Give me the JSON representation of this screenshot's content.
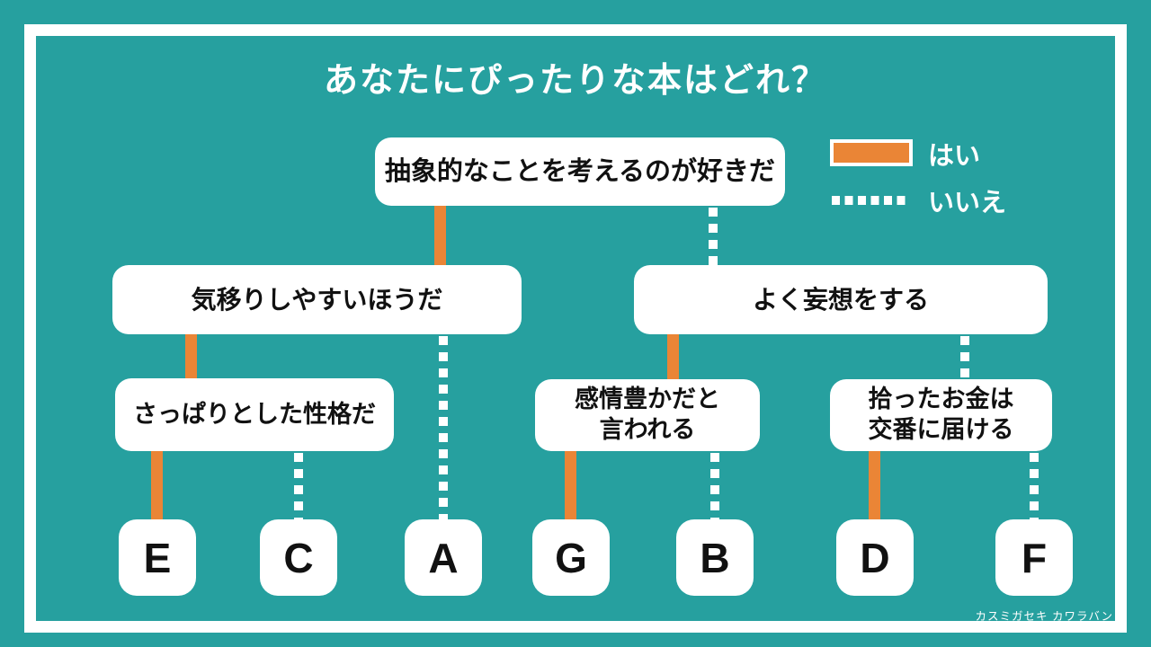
{
  "title": "あなたにぴったりな本はどれ？",
  "legend": {
    "yes": "はい",
    "no": "いいえ"
  },
  "tree": {
    "root": "抽象的なことを考えるのが好きだ",
    "level2": {
      "left": "気移りしやすいほうだ",
      "right": "よく妄想をする"
    },
    "level3": {
      "left": "さっぱりとした性格だ",
      "mid": "感情豊かだと\n言われる",
      "right": "拾ったお金は\n交番に届ける"
    },
    "leaves": [
      "E",
      "C",
      "A",
      "G",
      "B",
      "D",
      "F"
    ]
  },
  "edges": [
    {
      "from": "root",
      "to": "level2-left",
      "answer": "はい",
      "style": "solid-orange"
    },
    {
      "from": "root",
      "to": "level2-right",
      "answer": "いいえ",
      "style": "dotted-white"
    },
    {
      "from": "level2-left",
      "to": "level3-left",
      "answer": "はい",
      "style": "solid-orange"
    },
    {
      "from": "level2-left",
      "to": "leaf-A",
      "answer": "いいえ",
      "style": "dotted-white"
    },
    {
      "from": "level2-right",
      "to": "level3-mid",
      "answer": "はい",
      "style": "solid-orange"
    },
    {
      "from": "level2-right",
      "to": "level3-right",
      "answer": "いいえ",
      "style": "dotted-white"
    },
    {
      "from": "level3-left",
      "to": "leaf-E",
      "answer": "はい",
      "style": "solid-orange"
    },
    {
      "from": "level3-left",
      "to": "leaf-C",
      "answer": "いいえ",
      "style": "dotted-white"
    },
    {
      "from": "level3-mid",
      "to": "leaf-G",
      "answer": "はい",
      "style": "solid-orange"
    },
    {
      "from": "level3-mid",
      "to": "leaf-B",
      "answer": "いいえ",
      "style": "dotted-white"
    },
    {
      "from": "level3-right",
      "to": "leaf-D",
      "answer": "はい",
      "style": "solid-orange"
    },
    {
      "from": "level3-right",
      "to": "leaf-F",
      "answer": "いいえ",
      "style": "dotted-white"
    }
  ],
  "credit": "カスミガセキ カワラバン",
  "colors": {
    "background": "#26a09f",
    "accent": "#ea8536",
    "box": "#ffffff",
    "text": "#111111"
  }
}
